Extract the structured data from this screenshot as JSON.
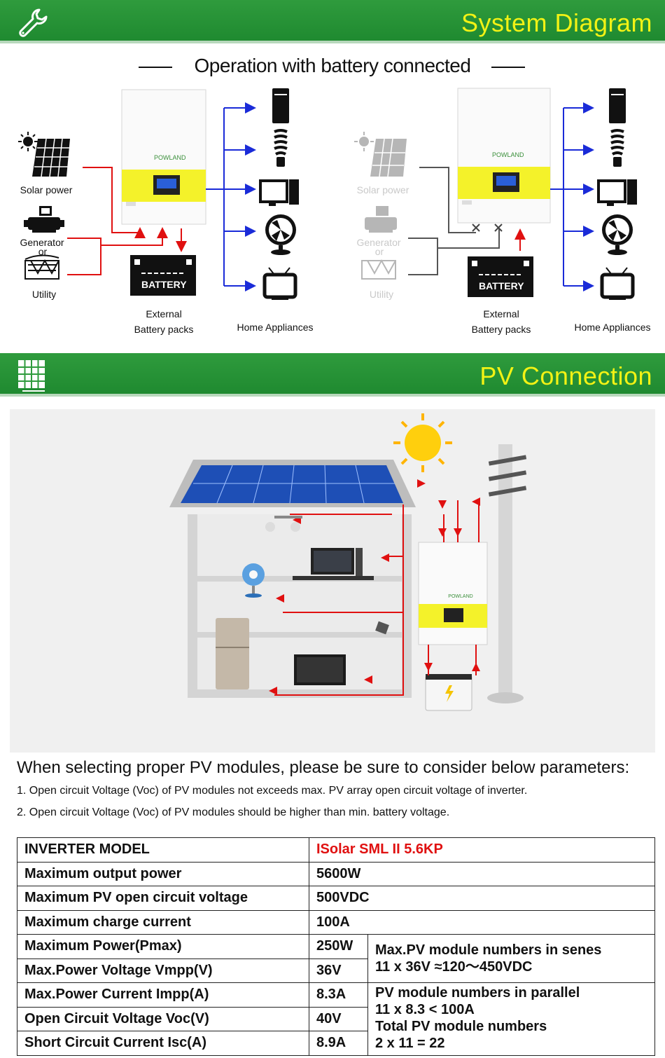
{
  "section1": {
    "title": "System Diagram",
    "icon": "wrench-icon"
  },
  "subtitle": "Operation with battery connected",
  "left_diagram": {
    "brand": "POWLAND",
    "solar": "Solar power",
    "generator": "Generator",
    "or1": "or",
    "utility": "Utility",
    "battery_text": "BATTERY",
    "battery_label_1": "External",
    "battery_label_2": "Battery packs",
    "appliances": "Home Appliances"
  },
  "right_diagram": {
    "brand": "POWLAND",
    "solar": "Solar power",
    "generator": "Generator",
    "or1": "or",
    "utility": "Utility",
    "battery_text": "BATTERY",
    "battery_label_1": "External",
    "battery_label_2": "Battery packs",
    "appliances": "Home Appliances"
  },
  "section2": {
    "title": "PV Connection",
    "icon": "solar-panel-icon"
  },
  "pv_scene": {
    "brand": "POWLAND"
  },
  "params_heading": "When selecting proper PV modules, please be sure to consider below parameters:",
  "notes": [
    "1. Open circuit Voltage (Voc) of PV modules not exceeds max. PV array open circuit voltage of inverter.",
    "2. Open circuit Voltage (Voc) of PV modules should be higher than min. battery voltage."
  ],
  "spec": {
    "model_key": "INVERTER MODEL",
    "model_value": "ISolar SML II 5.6KP",
    "rows_top": [
      {
        "k": "Maximum output power",
        "v": "5600W"
      },
      {
        "k": "Maximum PV open circuit voltage",
        "v": "500VDC"
      },
      {
        "k": "Maximum charge current",
        "v": "100A"
      }
    ],
    "rows_module": [
      {
        "k": "Maximum Power(Pmax)",
        "v": "250W"
      },
      {
        "k": "Max.Power Voltage Vmpp(V)",
        "v": "36V"
      },
      {
        "k": "Max.Power Current Impp(A)",
        "v": "8.3A"
      },
      {
        "k": "Open Circuit Voltage Voc(V)",
        "v": "40V"
      },
      {
        "k": "Short Circuit Current Isc(A)",
        "v": "8.9A"
      }
    ],
    "series_note_1": "Max.PV module numbers in senes",
    "series_note_2": "11 x 36V ≈120～450VDC",
    "parallel_note_1": "PV module numbers in parallel",
    "parallel_note_2": "11 x 8.3 < 100A",
    "parallel_note_3": "Total PV module numbers",
    "parallel_note_4": "2 x 11 = 22"
  },
  "colors": {
    "banner": "#2f9b3d",
    "banner_text": "#f2f215",
    "accent_red": "#e01010",
    "arrow_blue": "#1a2bd8",
    "inverter_yellow": "#f4f22a"
  }
}
